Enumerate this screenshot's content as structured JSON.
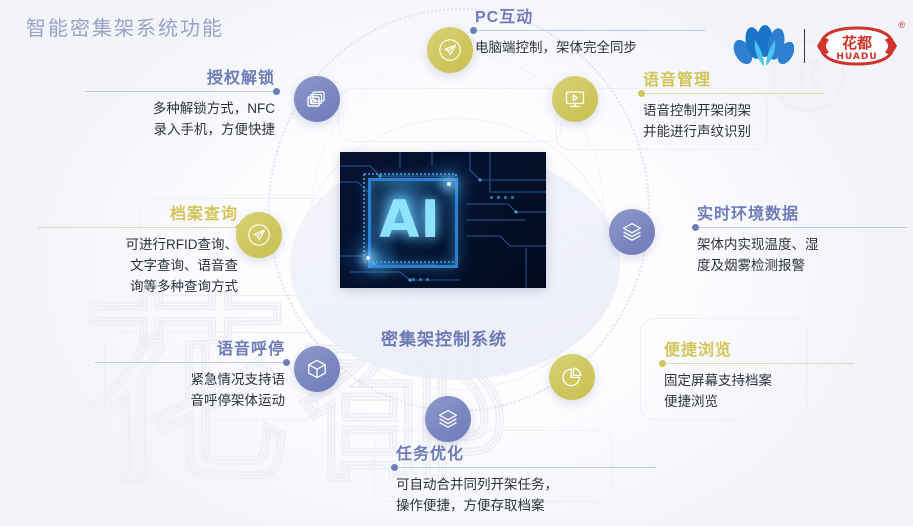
{
  "page": {
    "title": "智能密集架系统功能",
    "center_caption": "密集架控制系统",
    "center_image_label": "AI"
  },
  "brand": {
    "lotus_logo_name": "lotus-logo",
    "badge_cn": "花都",
    "badge_en": "HUADU",
    "registered_mark": "®"
  },
  "colors": {
    "blue": "#6f7cb8",
    "gold": "#d2c65a",
    "title_grey": "#9aa3c9",
    "body_text": "#2f3340",
    "brand_red": "#d0342c",
    "brand_blue": "#1b7fd4"
  },
  "watermark": {
    "text": "花都"
  },
  "features": [
    {
      "id": "pc-interaction",
      "title": "PC互动",
      "body_lines": [
        "电脑端控制，架体完全同步"
      ],
      "accent": "blue",
      "icon": "paper-plane-icon",
      "icon_color": "gold"
    },
    {
      "id": "authorized-unlock",
      "title": "授权解锁",
      "body_lines": [
        "多种解锁方式，NFC",
        "录入手机，方便快捷"
      ],
      "accent": "blue",
      "icon": "photo-heart-icon",
      "icon_color": "blue"
    },
    {
      "id": "voice-management",
      "title": "语音管理",
      "body_lines": [
        "语音控制开架闭架",
        "并能进行声纹识别"
      ],
      "accent": "gold",
      "icon": "monitor-play-icon",
      "icon_color": "gold"
    },
    {
      "id": "archive-query",
      "title": "档案查询",
      "body_lines": [
        "可进行RFID查询、",
        "文字查询、语音查",
        "询等多种查询方式"
      ],
      "accent": "gold",
      "icon": "paper-plane-icon",
      "icon_color": "gold"
    },
    {
      "id": "realtime-environment-data",
      "title": "实时环境数据",
      "body_lines": [
        "架体内实现温度、湿",
        "度及烟雾检测报警"
      ],
      "accent": "blue",
      "icon": "layers-icon",
      "icon_color": "blue"
    },
    {
      "id": "voice-stop",
      "title": "语音呼停",
      "body_lines": [
        "紧急情况支持语",
        "音呼停架体运动"
      ],
      "accent": "blue",
      "icon": "cube-icon",
      "icon_color": "blue"
    },
    {
      "id": "convenient-browse",
      "title": "便捷浏览",
      "body_lines": [
        "固定屏幕支持档案",
        "便捷浏览"
      ],
      "accent": "gold",
      "icon": "pie-chart-icon",
      "icon_color": "gold"
    },
    {
      "id": "task-optimization",
      "title": "任务优化",
      "body_lines": [
        "可自动合并同列开架任务，",
        "操作便捷，方便存取档案"
      ],
      "accent": "blue",
      "icon": "layers-icon",
      "icon_color": "blue"
    }
  ]
}
